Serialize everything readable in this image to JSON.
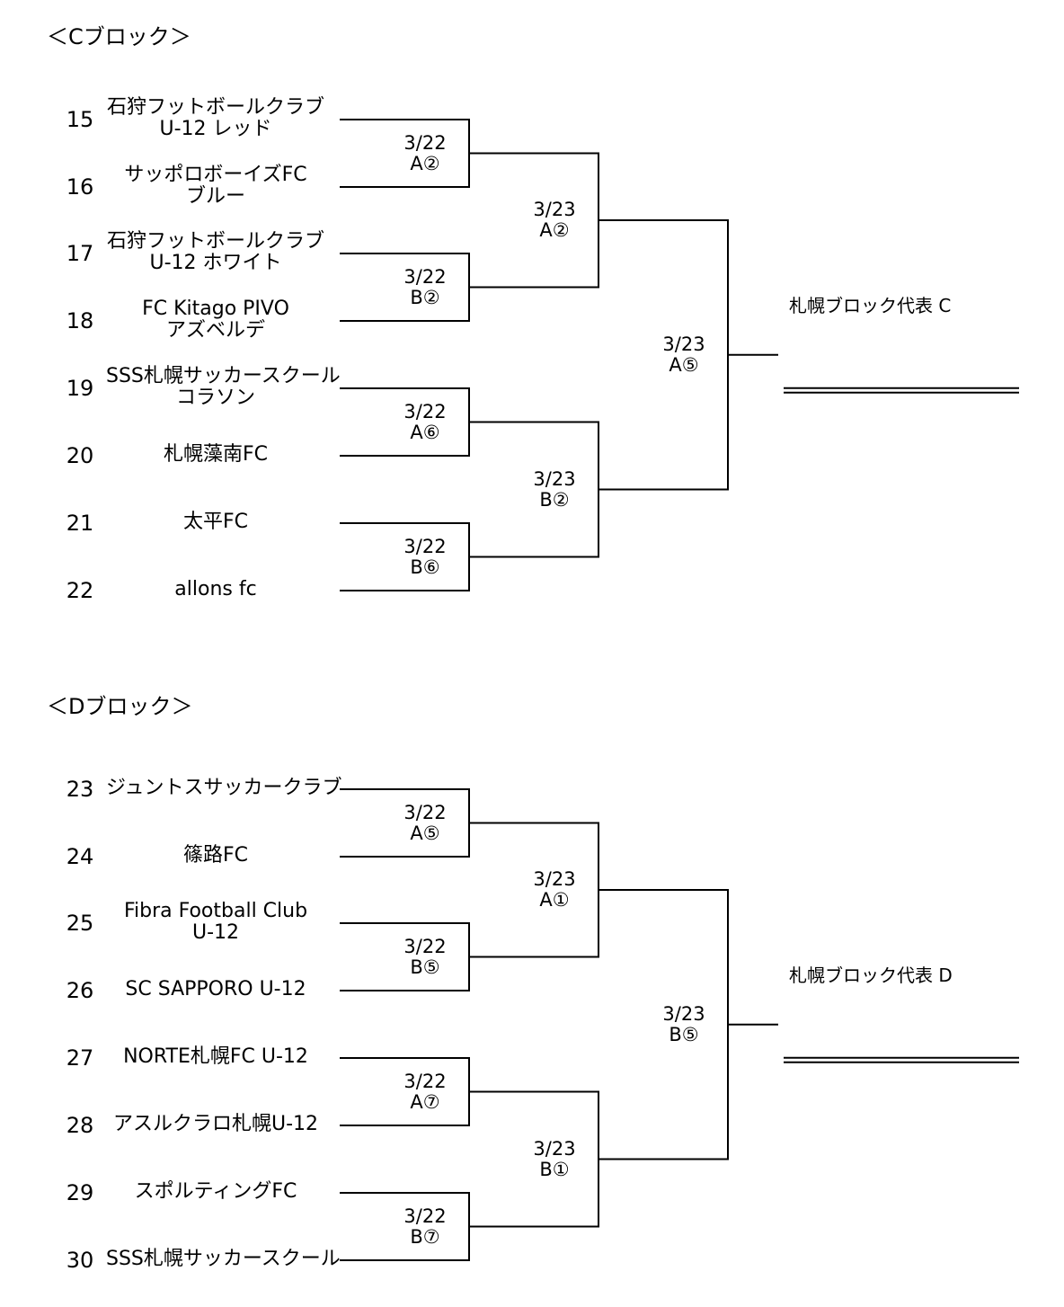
{
  "blocks": [
    {
      "title": "＜Cブロック＞",
      "teams": [
        {
          "seed": "15",
          "name": [
            "石狩フットボールクラブ",
            "U-12 レッド"
          ]
        },
        {
          "seed": "16",
          "name": [
            "サッポロボーイズFC",
            "ブルー"
          ]
        },
        {
          "seed": "17",
          "name": [
            "石狩フットボールクラブ",
            "U-12 ホワイト"
          ]
        },
        {
          "seed": "18",
          "name": [
            "FC Kitago PIVO",
            "アズベルデ"
          ]
        },
        {
          "seed": "19",
          "name": [
            "SSS札幌サッカースクール",
            "コラソン"
          ]
        },
        {
          "seed": "20",
          "name": [
            "札幌藻南FC"
          ]
        },
        {
          "seed": "21",
          "name": [
            "太平FC"
          ]
        },
        {
          "seed": "22",
          "name": [
            "allons fc"
          ]
        }
      ],
      "round1": [
        {
          "date": "3/22",
          "code": "A②"
        },
        {
          "date": "3/22",
          "code": "B②"
        },
        {
          "date": "3/22",
          "code": "A⑥"
        },
        {
          "date": "3/22",
          "code": "B⑥"
        }
      ],
      "round2": [
        {
          "date": "3/23",
          "code": "A②"
        },
        {
          "date": "3/23",
          "code": "B②"
        }
      ],
      "final": {
        "date": "3/23",
        "code": "A⑤"
      },
      "representative": "札幌ブロック代表 C"
    },
    {
      "title": "＜Dブロック＞",
      "teams": [
        {
          "seed": "23",
          "name": [
            "ジュントスサッカークラブ"
          ]
        },
        {
          "seed": "24",
          "name": [
            "篠路FC"
          ]
        },
        {
          "seed": "25",
          "name": [
            "Fibra Football Club",
            "U-12"
          ]
        },
        {
          "seed": "26",
          "name": [
            "SC SAPPORO U-12"
          ]
        },
        {
          "seed": "27",
          "name": [
            "NORTE札幌FC U-12"
          ]
        },
        {
          "seed": "28",
          "name": [
            "アスルクラロ札幌U-12"
          ]
        },
        {
          "seed": "29",
          "name": [
            "スポルティングFC"
          ]
        },
        {
          "seed": "30",
          "name": [
            "SSS札幌サッカースクール"
          ]
        }
      ],
      "round1": [
        {
          "date": "3/22",
          "code": "A⑤"
        },
        {
          "date": "3/22",
          "code": "B⑤"
        },
        {
          "date": "3/22",
          "code": "A⑦"
        },
        {
          "date": "3/22",
          "code": "B⑦"
        }
      ],
      "round2": [
        {
          "date": "3/23",
          "code": "A①"
        },
        {
          "date": "3/23",
          "code": "B①"
        }
      ],
      "final": {
        "date": "3/23",
        "code": "B⑤"
      },
      "representative": "札幌ブロック代表 D"
    }
  ]
}
